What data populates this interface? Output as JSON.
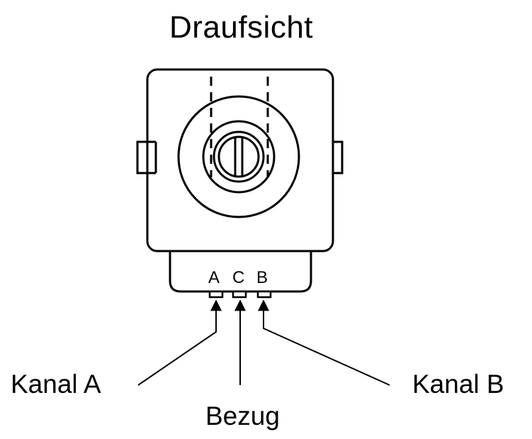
{
  "title": "Draufsicht",
  "pins": {
    "a": "A",
    "c": "C",
    "b": "B"
  },
  "labels": {
    "channel_a": "Kanal A",
    "reference": "Bezug",
    "channel_b": "Kanal B"
  }
}
